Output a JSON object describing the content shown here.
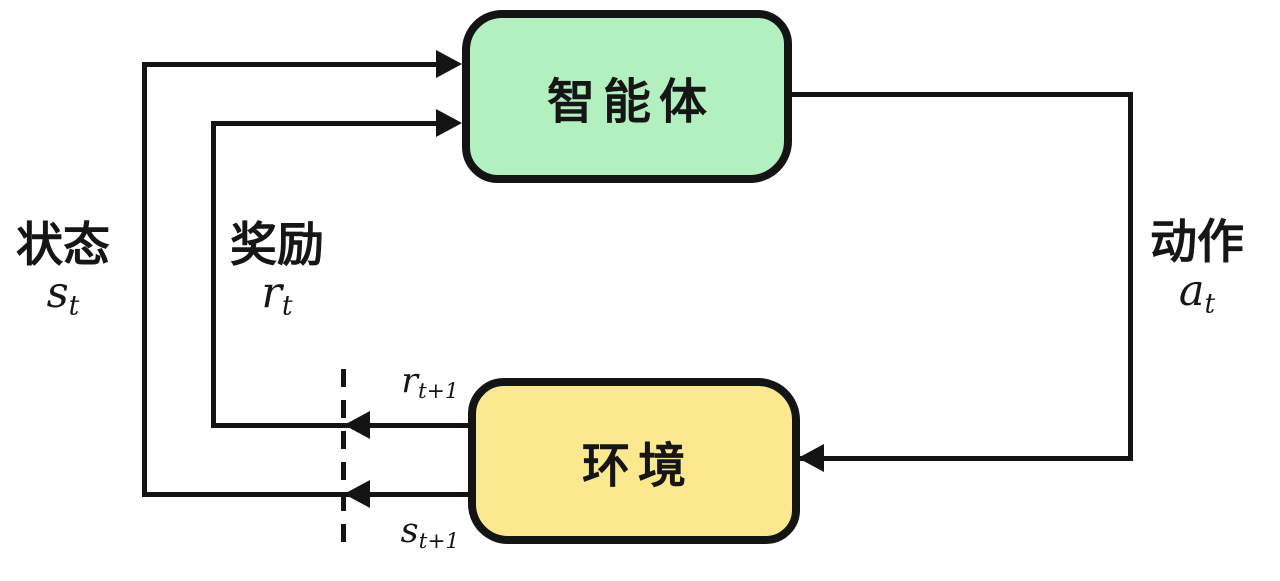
{
  "colors": {
    "stroke": "#141414",
    "agent_fill": "#b2f0bf",
    "env_fill": "#fce88f",
    "background": "#ffffff"
  },
  "nodes": {
    "agent": {
      "label": "智能体"
    },
    "environment": {
      "label": "环境"
    }
  },
  "edges": {
    "state": {
      "label": "状态",
      "symbol_base": "s",
      "symbol_sub": "t"
    },
    "reward": {
      "label": "奖励",
      "symbol_base": "r",
      "symbol_sub": "t"
    },
    "action": {
      "label": "动作",
      "symbol_base": "a",
      "symbol_sub": "t"
    },
    "next_reward": {
      "symbol_base": "r",
      "symbol_sub": "t+1"
    },
    "next_state": {
      "symbol_base": "s",
      "symbol_sub": "t+1"
    }
  }
}
